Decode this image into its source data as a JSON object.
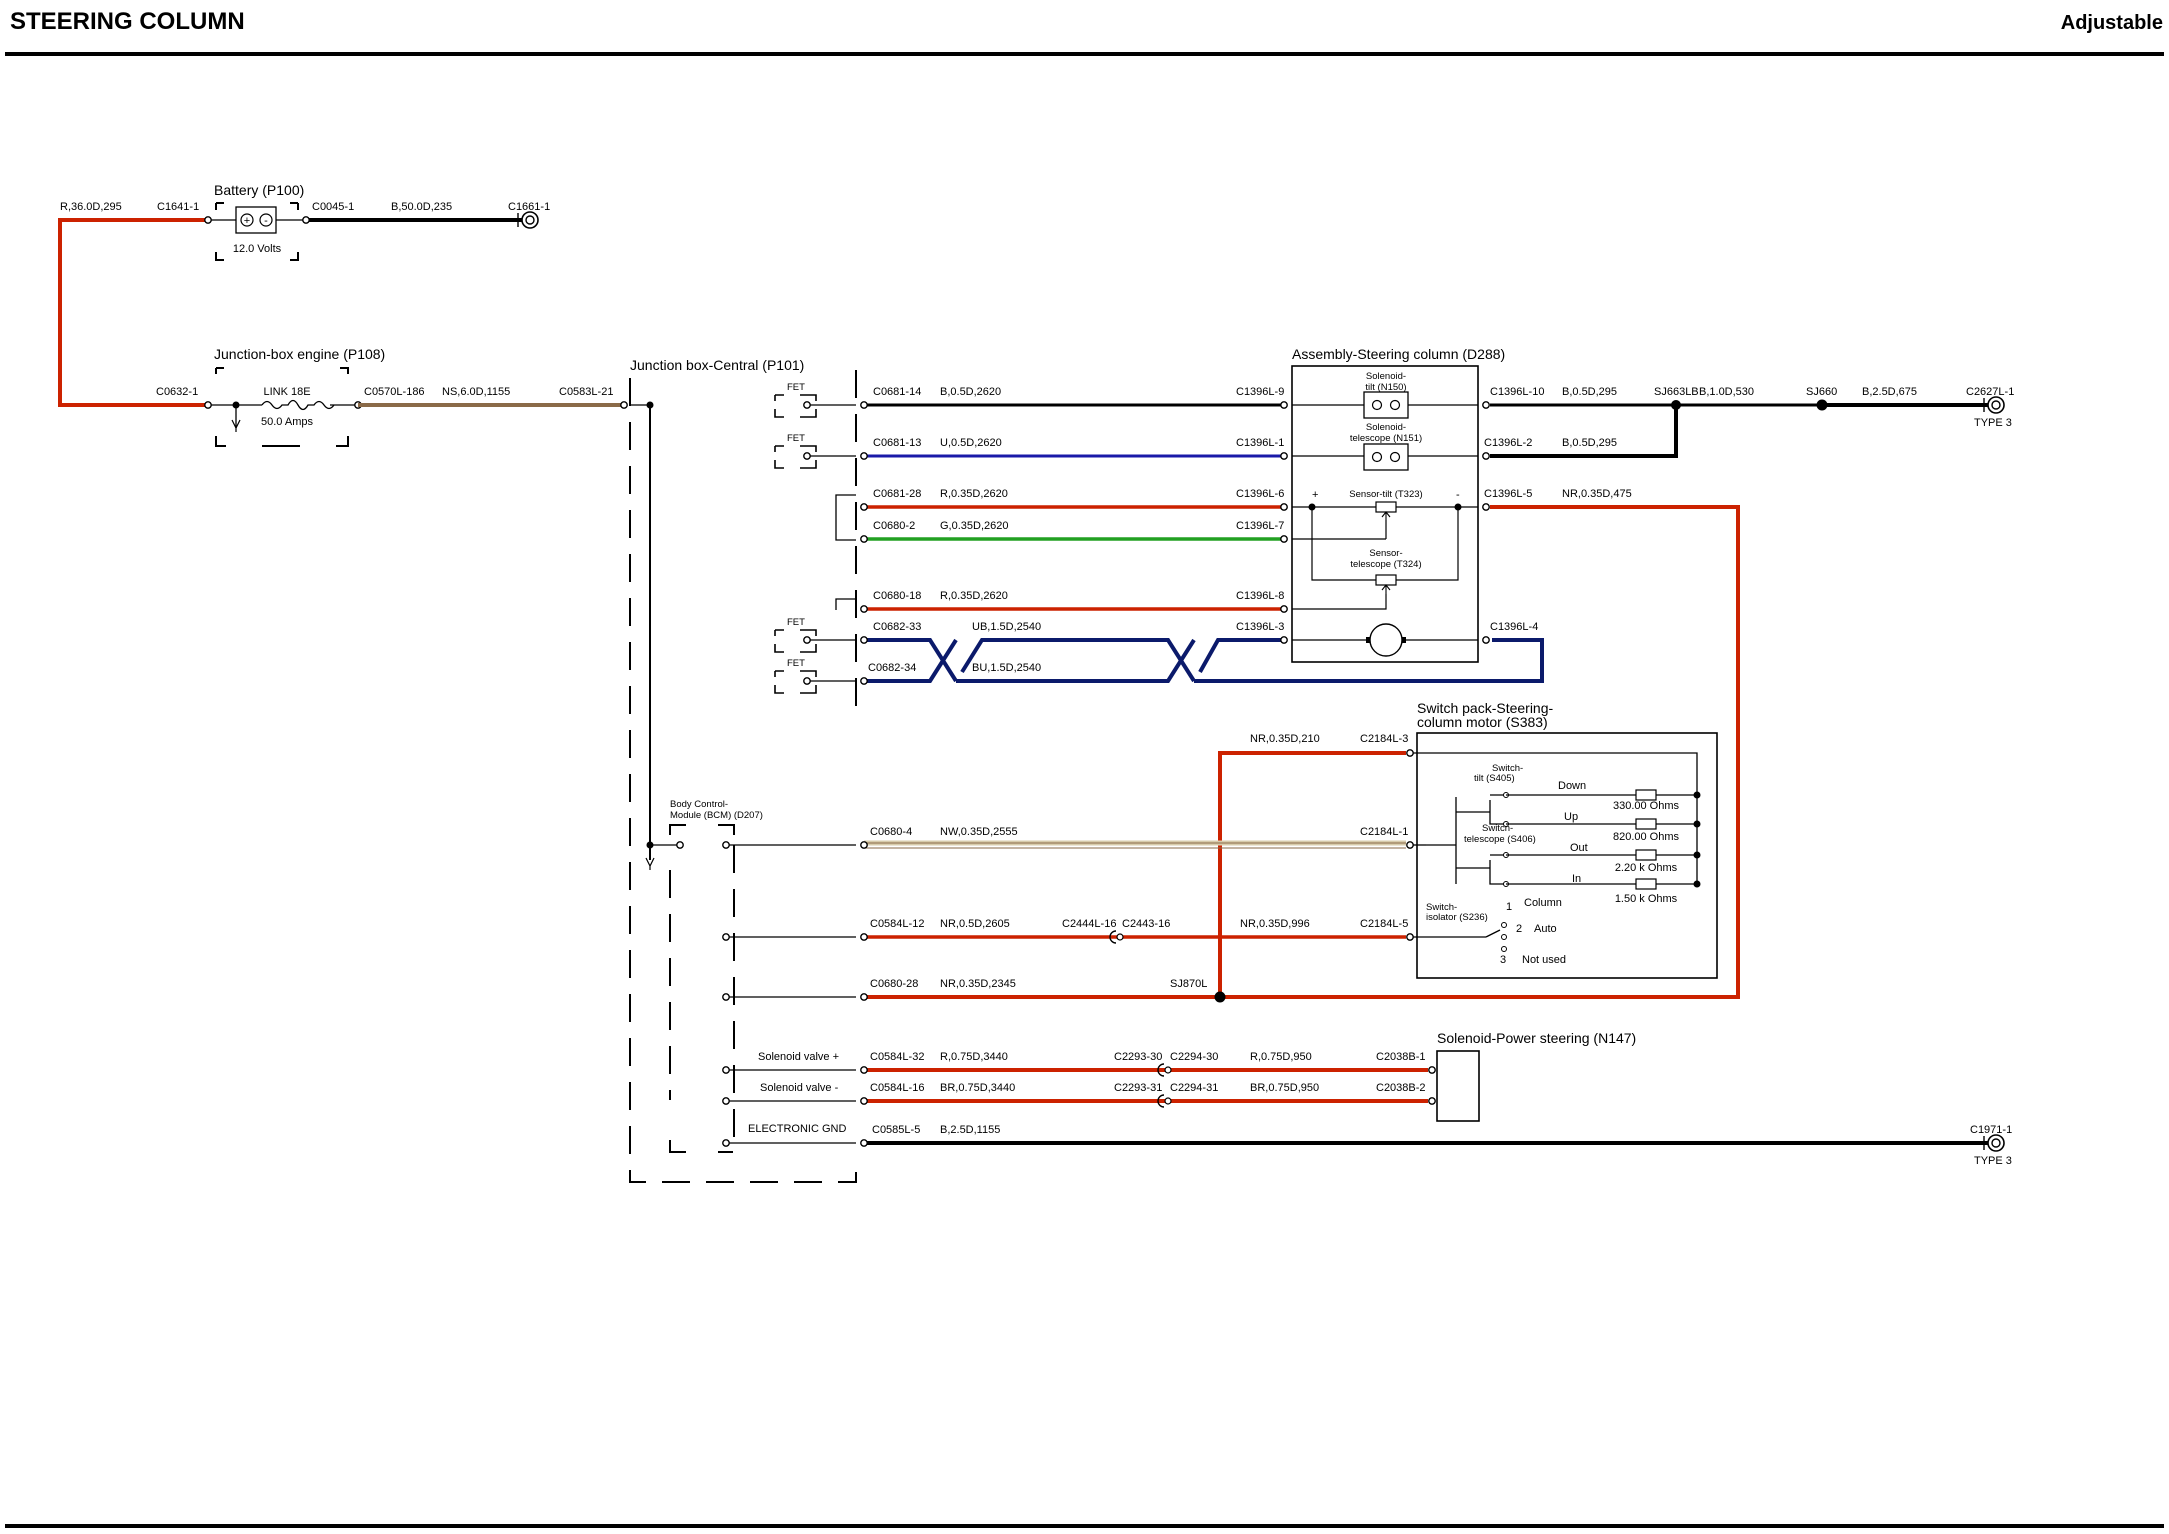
{
  "header": {
    "title": "STEERING COLUMN",
    "variant": "Adjustable"
  },
  "colors": {
    "red": "#cc2200",
    "black": "#000000",
    "blue": "#1a1aa8",
    "green": "#22a022",
    "navy": "#0b1a6b",
    "brown": "#8a6a48",
    "tan": "#d8ccac"
  },
  "components": {
    "battery": {
      "name": "Battery (P100)",
      "voltage": "12.0 Volts"
    },
    "junction_engine": {
      "name": "Junction-box engine (P108)",
      "fuse": "LINK 18E",
      "rating": "50.0 Amps"
    },
    "junction_central": {
      "name": "Junction box-Central (P101)",
      "fet": "FET"
    },
    "steering_column": {
      "name": "Assembly-Steering column (D288)",
      "solenoid_tilt": [
        "Solenoid-",
        "tilt (N150)"
      ],
      "solenoid_telescope": [
        "Solenoid-",
        "telescope (N151)"
      ],
      "sensor_tilt": "Sensor-tilt (T323)",
      "sensor_telescope": [
        "Sensor-",
        "telescope (T324)"
      ],
      "plus": "+",
      "minus": "-"
    },
    "bcm": {
      "name": [
        "Body Control-",
        "Module (BCM) (D207)"
      ]
    },
    "switch_pack": {
      "name": [
        "Switch pack-Steering-",
        "column motor (S383)"
      ],
      "switch_tilt": [
        "Switch-",
        "tilt (S405)"
      ],
      "switch_telescope": [
        "Switch-",
        "telescope (S406)"
      ],
      "switch_isolator": [
        "Switch-",
        "isolator (S236)"
      ],
      "down": "Down",
      "up": "Up",
      "out": "Out",
      "in": "In",
      "r1": "330.00 Ohms",
      "r2": "820.00 Ohms",
      "r3": "2.20 k Ohms",
      "r4": "1.50 k Ohms",
      "pos1": "1",
      "pos1_label": "Column",
      "pos2": "2",
      "pos2_label": "Auto",
      "pos3": "3",
      "pos3_label": "Not used"
    },
    "solenoid_power": {
      "name": "Solenoid-Power steering (N147)"
    },
    "bcm_pins": {
      "sv_plus": "Solenoid valve +",
      "sv_minus": "Solenoid valve -",
      "gnd": "ELECTRONIC GND"
    }
  },
  "connectors": {
    "c1641": "C1641-1",
    "c0045": "C0045-1",
    "c1661": "C1661-1",
    "c0632": "C0632-1",
    "c0570": "C0570L-186",
    "c0583": "C0583L-21",
    "c0681_14": "C0681-14",
    "c0681_13": "C0681-13",
    "c0681_28": "C0681-28",
    "c0680_2": "C0680-2",
    "c0680_18": "C0680-18",
    "c0682_33": "C0682-33",
    "c0682_34": "C0682-34",
    "c1396_9": "C1396L-9",
    "c1396_1": "C1396L-1",
    "c1396_6": "C1396L-6",
    "c1396_7": "C1396L-7",
    "c1396_8": "C1396L-8",
    "c1396_3": "C1396L-3",
    "c1396_10": "C1396L-10",
    "c1396_2": "C1396L-2",
    "c1396_5": "C1396L-5",
    "c1396_4": "C1396L-4",
    "sj663": "SJ663LB",
    "sj660": "SJ660",
    "c2627": "C2627L-1",
    "type3": "TYPE 3",
    "c2184_3": "C2184L-3",
    "c2184_1": "C2184L-1",
    "c2184_5": "C2184L-5",
    "c0680_4": "C0680-4",
    "c0584_12": "C0584L-12",
    "c2444": "C2444L-16",
    "c2443": "C2443-16",
    "c0680_28": "C0680-28",
    "sj870": "SJ870L",
    "c0584_32": "C0584L-32",
    "c0584_16": "C0584L-16",
    "c2293_30": "C2293-30",
    "c2294_30": "C2294-30",
    "c2293_31": "C2293-31",
    "c2294_31": "C2294-31",
    "c2038_1": "C2038B-1",
    "c2038_2": "C2038B-2",
    "c0585": "C0585L-5",
    "c1971": "C1971-1"
  },
  "wires": {
    "w_bat_in": "R,36.0D,295",
    "w_bat_out": "B,50.0D,235",
    "w_link": "NS,6.0D,1155",
    "w_14": "B,0.5D,2620",
    "w_13": "U,0.5D,2620",
    "w_28": "R,0.35D,2620",
    "w_2": "G,0.35D,2620",
    "w_18": "R,0.35D,2620",
    "w_33": "UB,1.5D,2540",
    "w_34": "BU,1.5D,2540",
    "w_10": "B,0.5D,295",
    "w_sj663": "B,1.0D,530",
    "w_sj660": "B,2.5D,675",
    "w_2b": "B,0.5D,295",
    "w_5": "NR,0.35D,475",
    "w_210": "NR,0.35D,210",
    "w_2555": "NW,0.35D,2555",
    "w_2605": "NR,0.5D,2605",
    "w_996": "NR,0.35D,996",
    "w_2345": "NR,0.35D,2345",
    "w_3440a": "R,0.75D,3440",
    "w_950a": "R,0.75D,950",
    "w_3440b": "BR,0.75D,3440",
    "w_950b": "BR,0.75D,950",
    "w_1155": "B,2.5D,1155"
  }
}
